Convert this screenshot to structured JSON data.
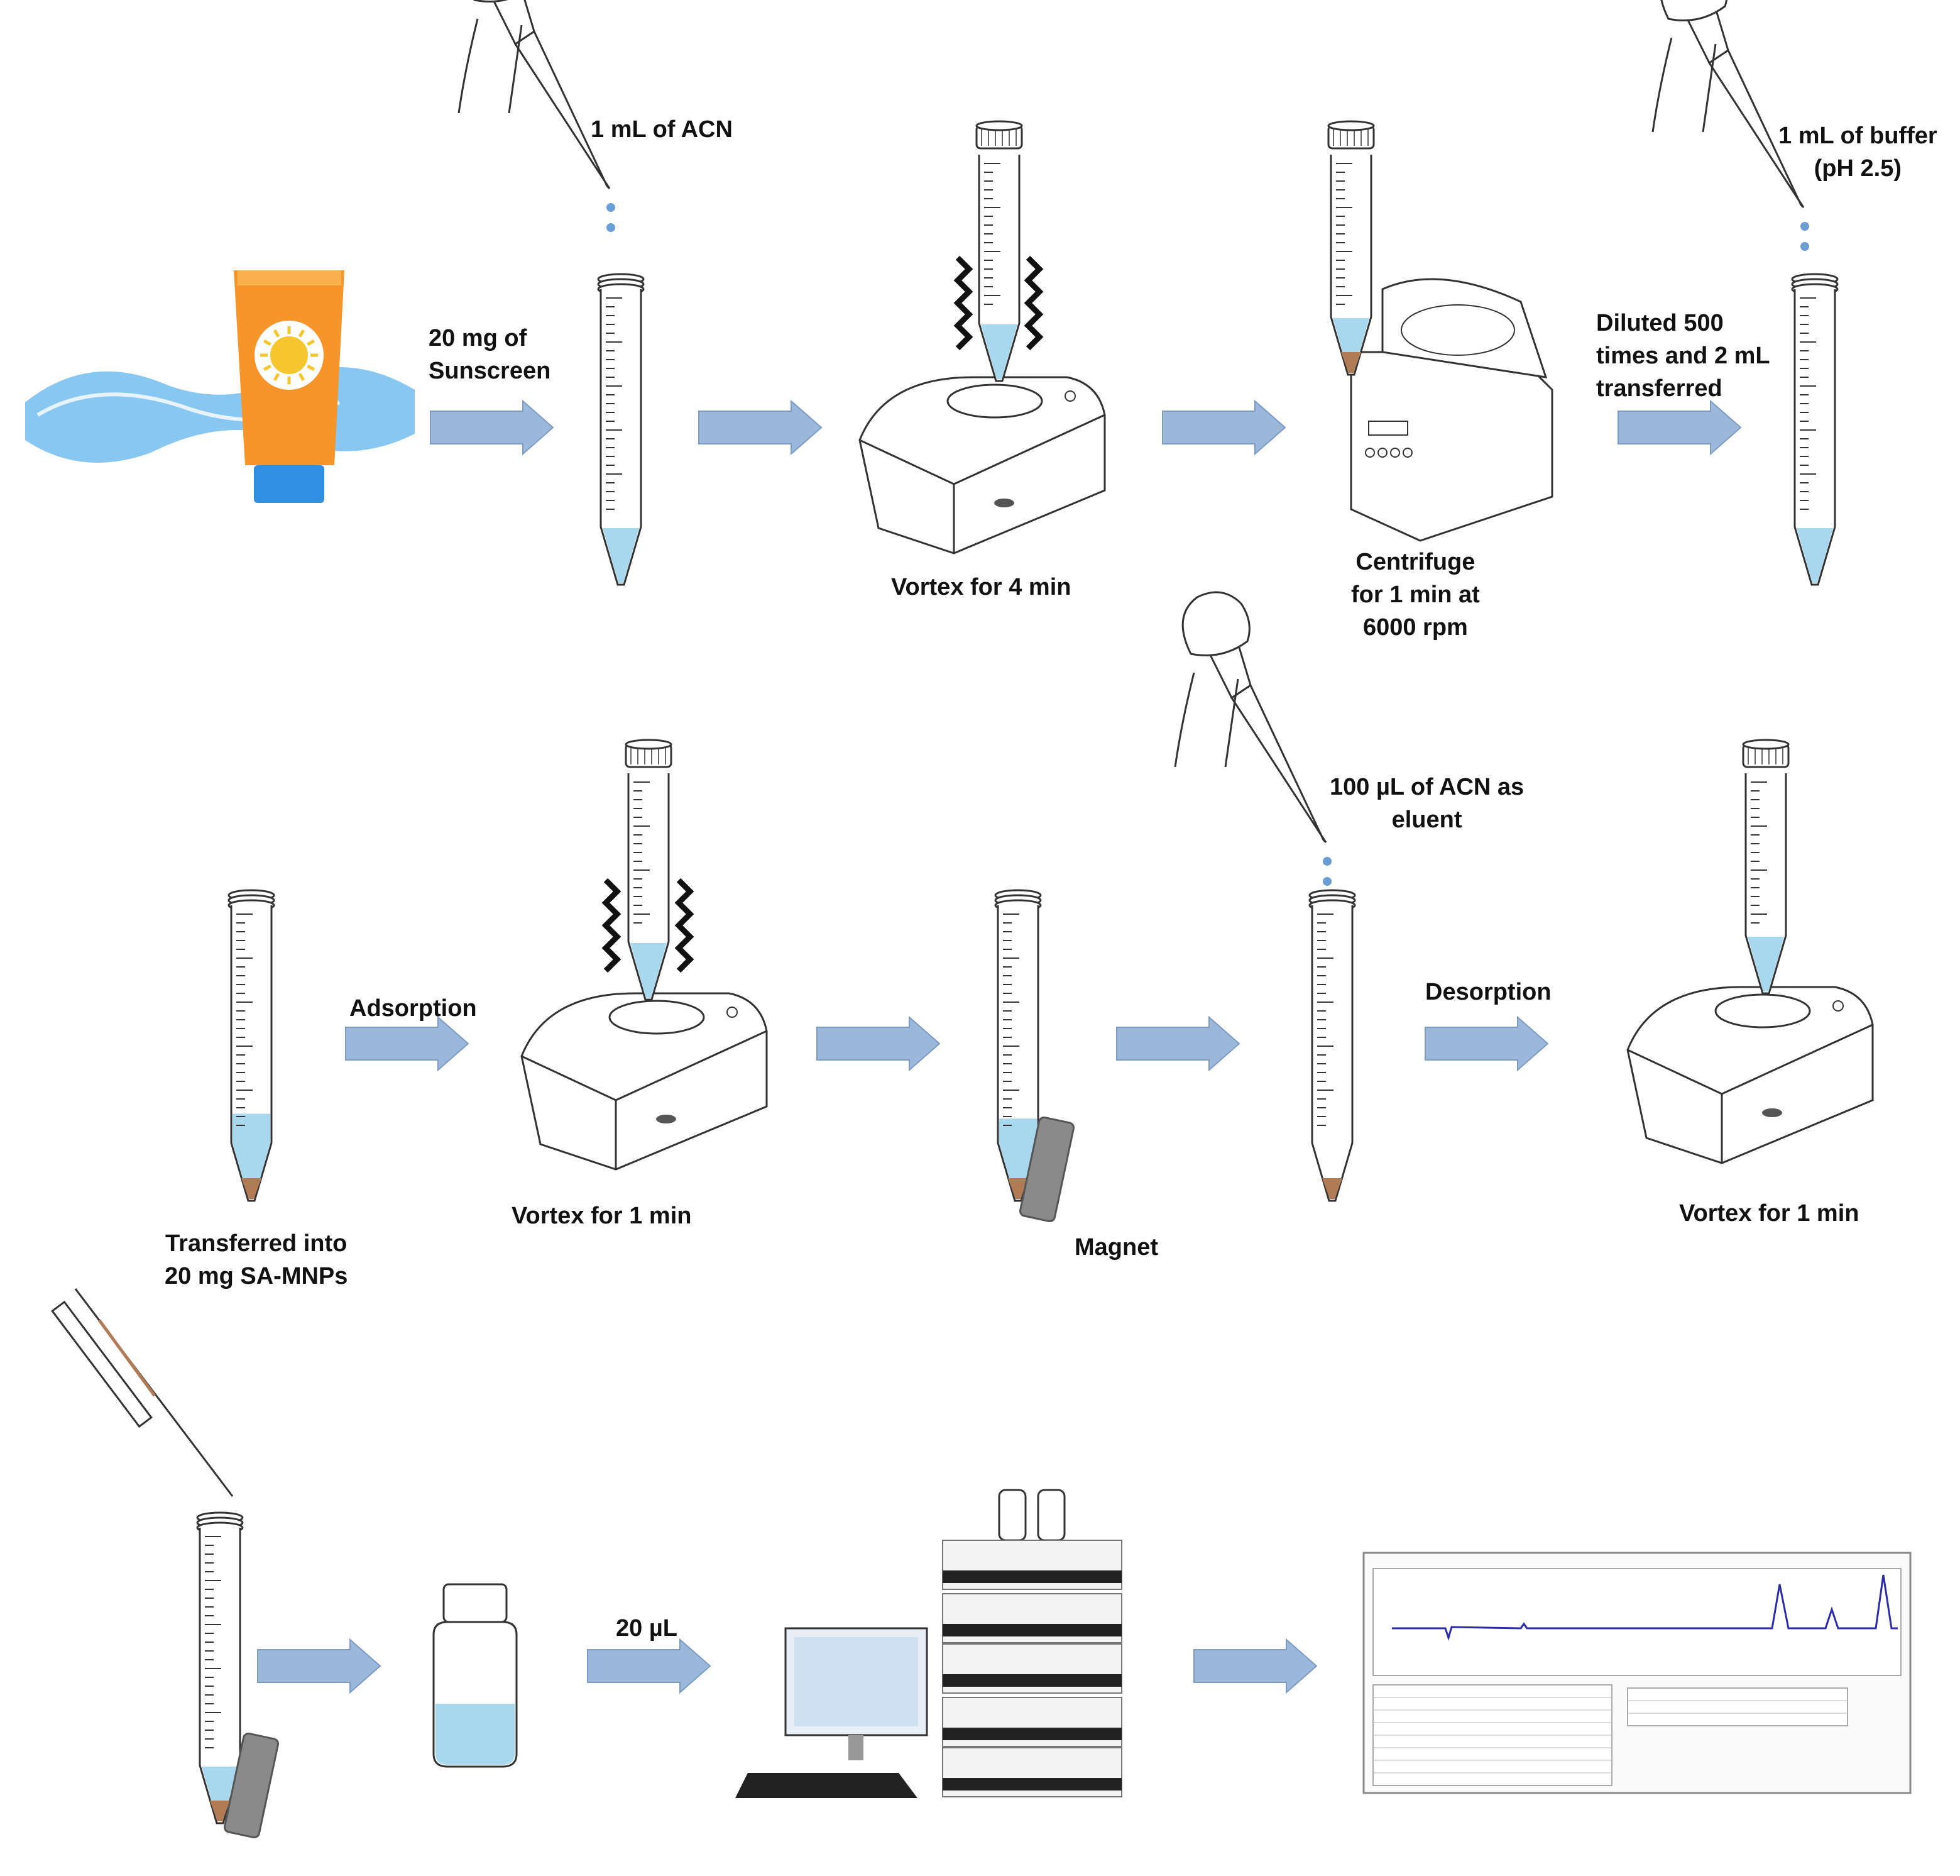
{
  "labels": {
    "acn_1ml": "1 mL of ACN",
    "sunscreen_line1": "20 mg of",
    "sunscreen_line2": "Sunscreen",
    "vortex_4min": "Vortex for 4 min",
    "centrifuge_line1": "Centrifuge",
    "centrifuge_line2": "for 1 min at",
    "centrifuge_line3": "6000 rpm",
    "diluted_line1": "Diluted 500",
    "diluted_line2": "times and 2 mL",
    "diluted_line3": "transferred",
    "buffer_line1": "1 mL of buffer",
    "buffer_line2": "(pH 2.5)",
    "adsorption": "Adsorption",
    "transferred_line1": "Transferred into",
    "transferred_line2": "20 mg SA-MNPs",
    "vortex_1min_a": "Vortex for 1 min",
    "magnet": "Magnet",
    "eluent_line1": "100 µL of ACN as",
    "eluent_line2": "eluent",
    "desorption": "Desorption",
    "vortex_1min_b": "Vortex for 1 min",
    "injection_volume": "20 µL"
  },
  "colors": {
    "arrow": "#9bb7d9",
    "arrow_stroke": "#7d9cc4",
    "liquid": "#a8d8ee",
    "sediment": "#b07b55",
    "sunscreen_tube": "#f5952a",
    "sunscreen_cap": "#2f8fe0",
    "water": "#5fb4ee",
    "chrom_line": "#2c2ca8",
    "outline": "#333333"
  }
}
